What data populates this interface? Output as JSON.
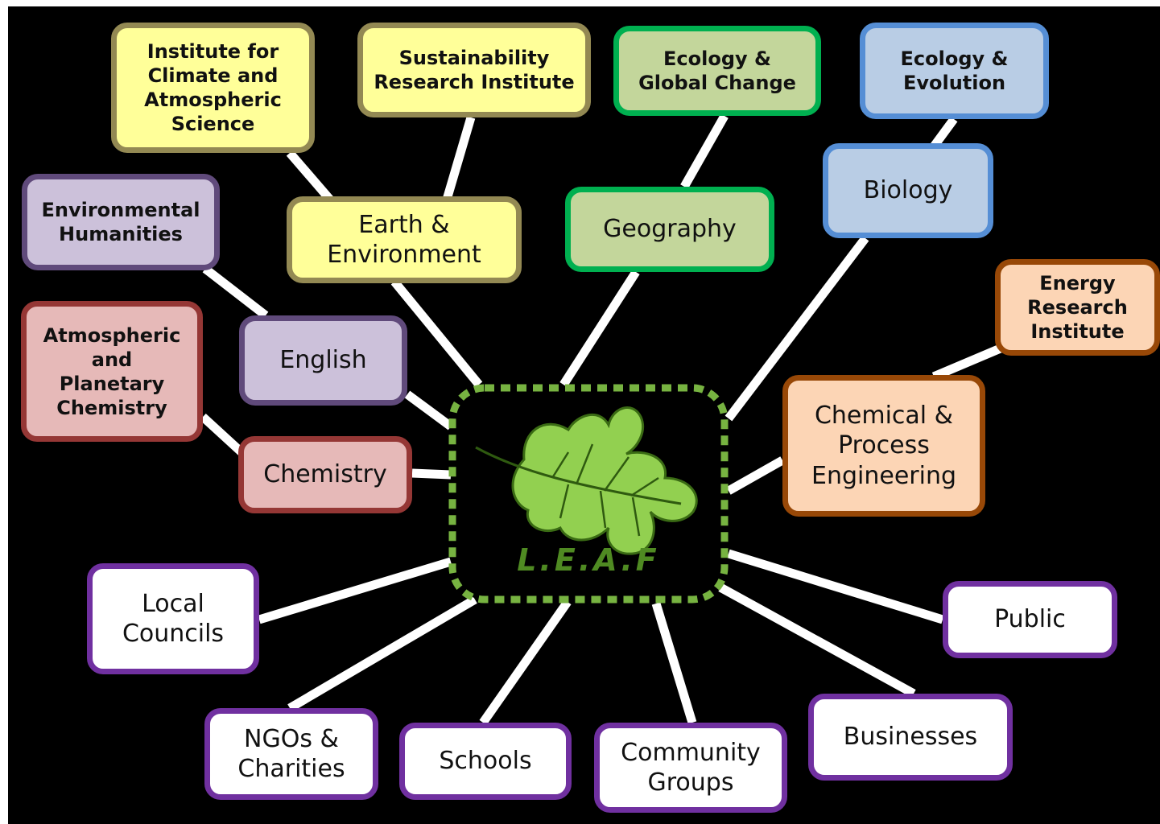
{
  "hub": {
    "label": "L.E.A.F",
    "icon": "oak-leaf-icon"
  },
  "colors": {
    "background": "#000000",
    "connector": "#ffffff",
    "hub_border": "#77b341",
    "leaf_fill": "#92d050"
  },
  "nodes": {
    "institute_climate": "Institute for\nClimate and\nAtmospheric\nScience",
    "sustainability": "Sustainability\nResearch Institute",
    "ecology_global": "Ecology &\nGlobal Change",
    "ecology_evolution": "Ecology &\nEvolution",
    "environmental_humanities": "Environmental\nHumanities",
    "earth_environment": "Earth &\nEnvironment",
    "geography": "Geography",
    "biology": "Biology",
    "energy_research": "Energy\nResearch\nInstitute",
    "atmospheric_planetary": "Atmospheric\nand\nPlanetary\nChemistry",
    "english": "English",
    "chemistry": "Chemistry",
    "chemical_engineering": "Chemical &\nProcess\nEngineering",
    "local_councils": "Local\nCouncils",
    "public": "Public",
    "ngos": "NGOs &\nCharities",
    "schools": "Schools",
    "community": "Community\nGroups",
    "businesses": "Businesses"
  }
}
